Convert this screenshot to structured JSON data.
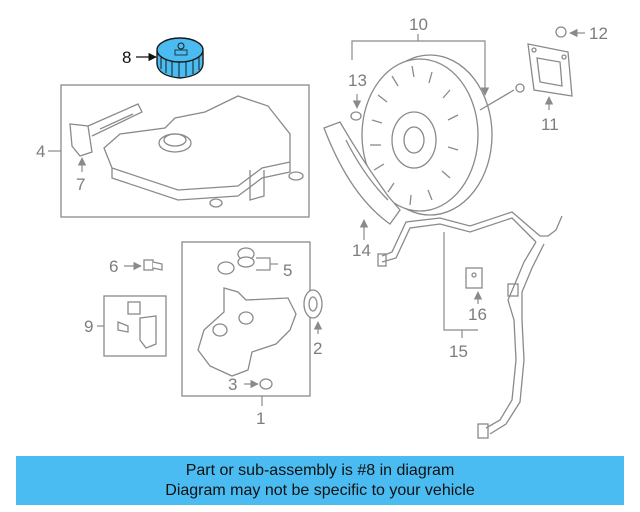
{
  "diagram": {
    "callouts": [
      "1",
      "2",
      "3",
      "4",
      "5",
      "6",
      "7",
      "8",
      "9",
      "10",
      "11",
      "12",
      "13",
      "14",
      "15",
      "16"
    ],
    "highlighted": "8",
    "highlight_color": "#4bbcf1",
    "line_color": "#8a8a8a"
  },
  "banner": {
    "line1": "Part or sub-assembly is #8 in diagram",
    "line2": "Diagram may not be specific to your vehicle",
    "background": "#4bbcf1"
  }
}
